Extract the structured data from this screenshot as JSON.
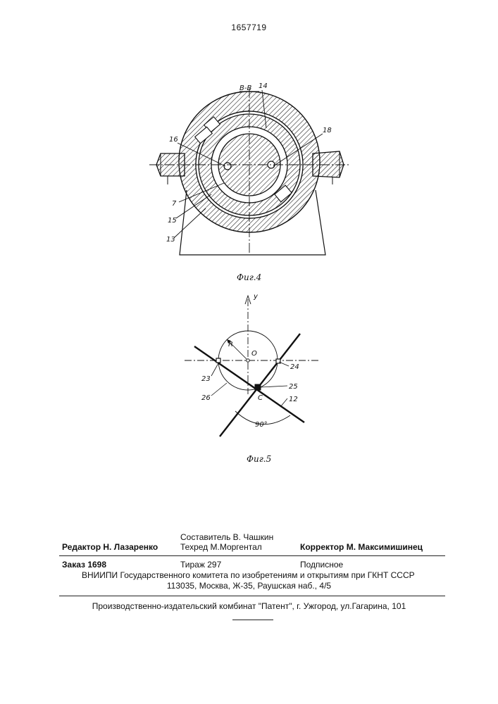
{
  "header": {
    "patent_number": "1657719"
  },
  "figure4": {
    "section_label": "В-В",
    "caption": "Фиг.4",
    "callouts": [
      "14",
      "16",
      "18",
      "7",
      "15",
      "13"
    ]
  },
  "figure5": {
    "axis_y": "y",
    "origin": "O",
    "radius": "R",
    "center": "C",
    "angle": "90°",
    "callouts": [
      "23",
      "24",
      "25",
      "26",
      "12"
    ],
    "caption": "Фиг.5"
  },
  "imprint": {
    "composer": "Составитель  В. Чашкин",
    "editor": "Редактор  Н. Лазаренко",
    "techred": "Техред М.Моргентал",
    "corrector": "Корректор  М. Максимишинец",
    "order": "Заказ  1698",
    "circulation": "Тираж 297",
    "subscription": "Подписное",
    "institute": "ВНИИПИ Государственного комитета по изобретениям и открытиям при ГКНТ СССР",
    "address": "113035, Москва, Ж-35, Раушская наб., 4/5",
    "publisher": "Производственно-издательский комбинат \"Патент\", г. Ужгород, ул.Гагарина, 101"
  }
}
